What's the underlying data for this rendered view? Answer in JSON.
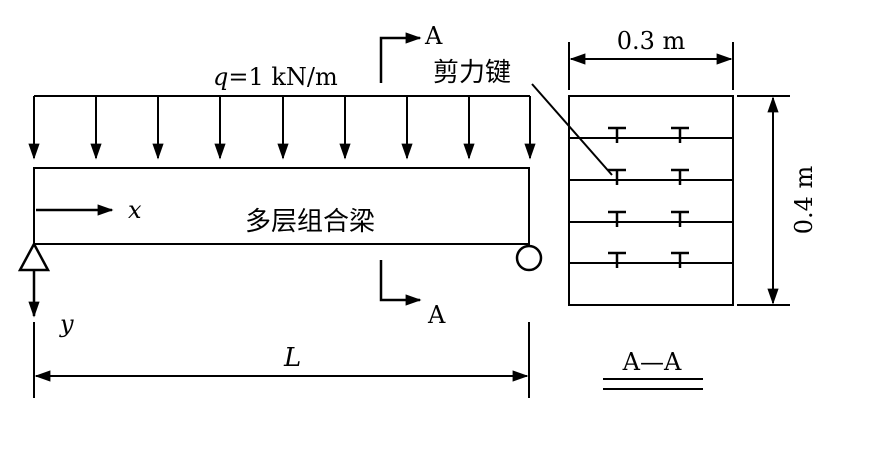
{
  "load": {
    "var": "q",
    "rest": "=1 kN/m"
  },
  "beam_label": "多层组合梁",
  "axis_x": "x",
  "axis_y": "y",
  "span": "L",
  "section_mark_top": "A",
  "section_mark_bottom": "A",
  "section": {
    "width": "0.3 m",
    "height": "0.4 m",
    "connector": "剪力键",
    "title": "A—A"
  }
}
